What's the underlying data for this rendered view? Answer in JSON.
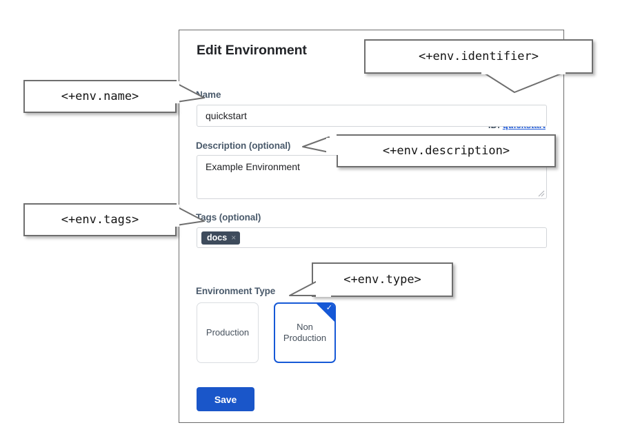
{
  "panel": {
    "title": "Edit Environment",
    "fields": {
      "name": {
        "label": "Name",
        "value": "quickstart",
        "placeholder": ""
      },
      "identifier": {
        "prefix": "ID: ",
        "value": "quickstart"
      },
      "description": {
        "label": "Description (optional)",
        "value": "Example Environment",
        "placeholder": ""
      },
      "tags": {
        "label": "Tags (optional)",
        "chips": [
          {
            "label": "docs",
            "remove_icon": "×"
          }
        ]
      },
      "environment_type": {
        "label": "Environment Type",
        "options": [
          {
            "label": "Production",
            "selected": false
          },
          {
            "label": "Non\nProduction",
            "line1": "Non",
            "line2": "Production",
            "selected": true
          }
        ],
        "selected_check_icon": "✓"
      }
    },
    "save_label": "Save"
  },
  "callouts": {
    "name": "<+env.name>",
    "identifier": "<+env.identifier>",
    "description": "<+env.description>",
    "tags": "<+env.tags>",
    "type": "<+env.type>"
  },
  "colors": {
    "accent_blue": "#1558d6",
    "save_blue": "#1a56c9",
    "label_slate": "#4a5a6b",
    "chip_dark": "#3e4b5c",
    "panel_border": "#6b6b6b"
  }
}
